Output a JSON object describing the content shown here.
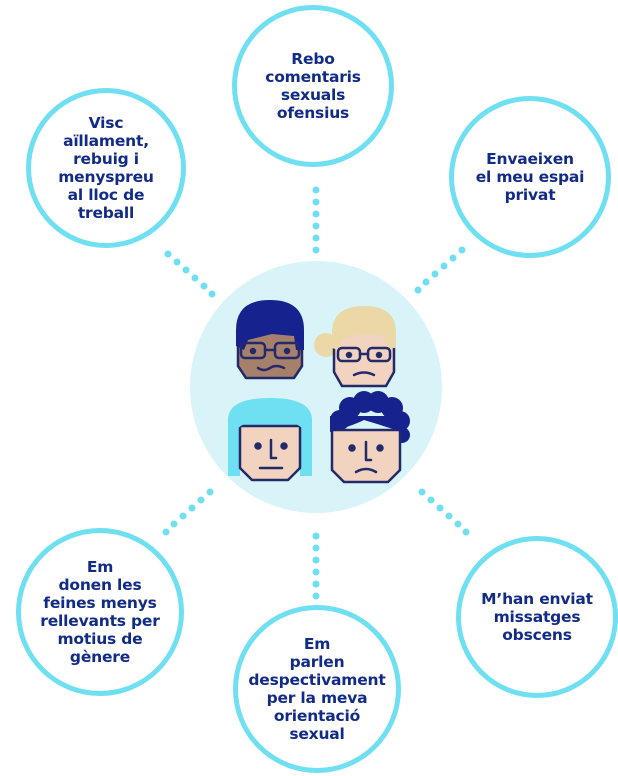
{
  "colors": {
    "ring": "#6fdff2",
    "text": "#122b86",
    "center_fill": "#d8f4f9",
    "skin_light": "#f1d3bf",
    "skin_dark": "#a6806b",
    "hair_navy": "#16228d",
    "hair_blonde": "#ecd8a7",
    "hair_cyan": "#6fdff2",
    "outline": "#232a6a"
  },
  "bubbles": [
    {
      "id": "b1",
      "text": "Rebo\ncomentaris\nsexuals\nofensius"
    },
    {
      "id": "b2",
      "text": "Visc\naïllament,\nrebuig i\nmenyspreu\nal lloc de\ntreball"
    },
    {
      "id": "b3",
      "text": "Envaeixen\nel meu espai\nprivat"
    },
    {
      "id": "b4",
      "text": "Em\ndonen les\nfeines menys\nrellevants per\nmotius de\ngènere"
    },
    {
      "id": "b5",
      "text": "M’han enviat\nmissatges\nobscens"
    },
    {
      "id": "b6",
      "text": "Em\nparlen\ndespectivament\nper la meva\norientació\nsexual"
    }
  ],
  "center": {
    "faces": [
      {
        "icon": "face-glasses-dark-icon"
      },
      {
        "icon": "face-glasses-blonde-icon"
      },
      {
        "icon": "face-cyan-hair-icon"
      },
      {
        "icon": "face-curly-hair-icon"
      }
    ]
  }
}
